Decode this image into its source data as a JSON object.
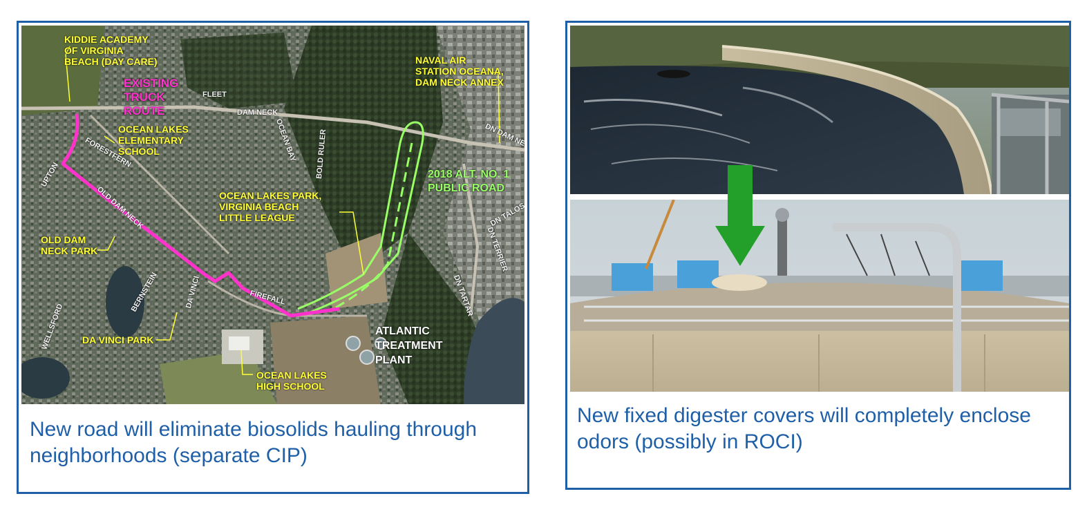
{
  "map": {
    "labels": {
      "kiddie_academy": "KIDDIE ACADEMY\nOF VIRGINIA\nBEACH (DAY CARE)",
      "existing_truck_route": "EXISTING\nTRUCK\nROUTE",
      "ocean_lakes_elementary": "OCEAN LAKES\nELEMENTARY\nSCHOOL",
      "naval_air_station": "NAVAL AIR\nSTATION OCEANA,\nDAM NECK ANNEX",
      "alt_public_road": "2018 ALT. NO. 1\nPUBLIC ROAD",
      "ocean_lakes_park": "OCEAN LAKES PARK,\nVIRGINIA BEACH\nLITTLE LEAGUE",
      "old_dam_neck_park": "OLD DAM\nNECK PARK",
      "da_vinci_park": "DA VINCI PARK",
      "ocean_lakes_high": "OCEAN LAKES\nHIGH SCHOOL",
      "atlantic_treatment": "ATLANTIC\nTREATMENT\nPLANT"
    },
    "streets": {
      "fleet": "FLEET",
      "dam_neck": "DAM NECK",
      "forestfern": "FORESTFERN",
      "upton": "UPTON",
      "old_dam_neck": "OLD DAM NECK",
      "ocean_bay": "OCEAN BAY",
      "bold_ruler": "BOLD RULER",
      "dn_dam_neck": "DN DAM NECK",
      "dn_talos": "DN TALOS",
      "dn_terrier": "DN TERRIER",
      "dn_tartar": "DN TARTAR",
      "bernstein": "BERNSTEIN",
      "da_vinci": "DA VINCI",
      "wellsford": "WELLSFORD",
      "firefall": "FIREFALL"
    },
    "colors": {
      "truck_route": "#ff33cc",
      "new_road": "#99ff66",
      "label": "#ffff33"
    }
  },
  "left_caption": "New road will eliminate biosolids hauling through neighborhoods (separate CIP)",
  "right_caption": "New fixed digester covers will completely enclose odors (possibly in ROCI)",
  "photos": {
    "top": "existing digester floating cover",
    "bottom": "new fixed digester cover",
    "arrow_color": "#22a02a"
  },
  "border_color": "#1f5fa8"
}
